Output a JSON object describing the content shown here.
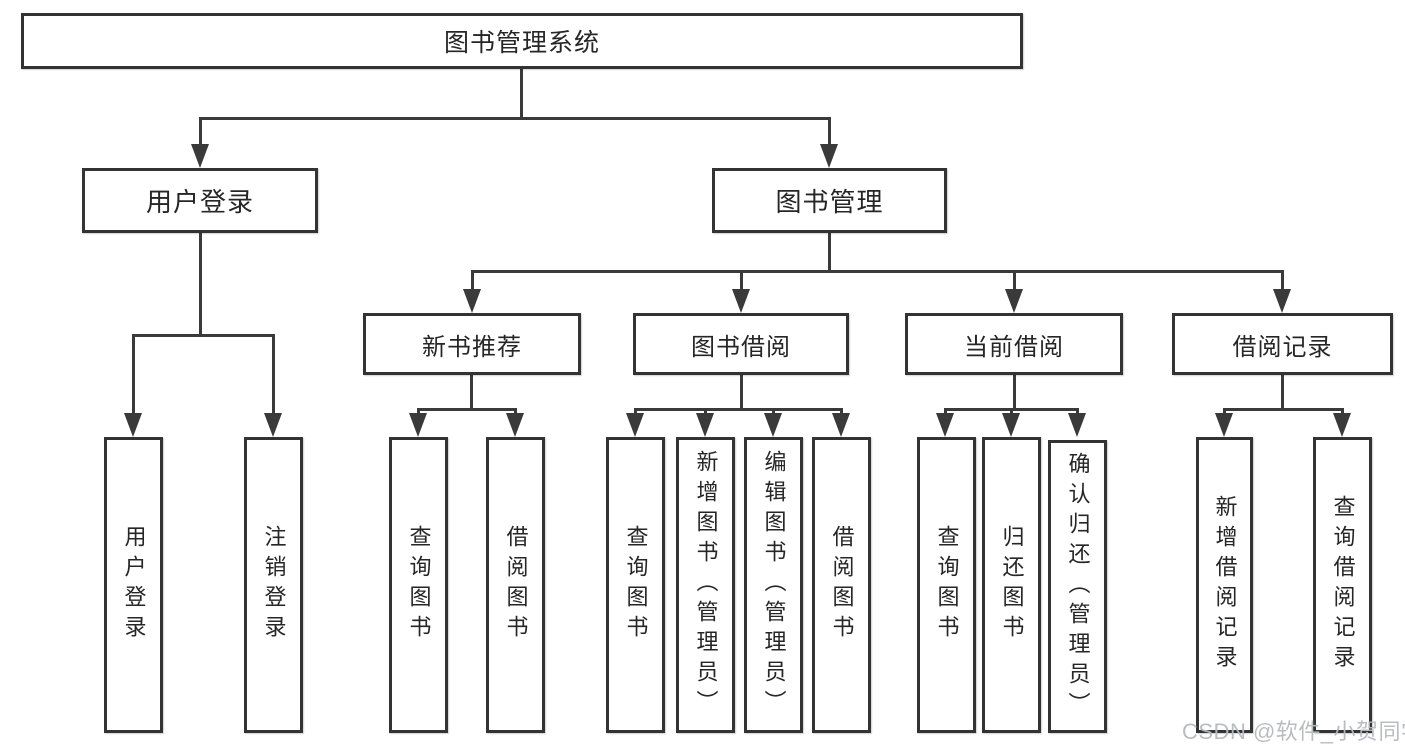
{
  "tree": {
    "root": {
      "label": "图书管理系统"
    },
    "branches": [
      {
        "label": "用户登录",
        "children": [
          {
            "label": "用户登录"
          },
          {
            "label": "注销登录"
          }
        ]
      },
      {
        "label": "图书管理",
        "children": [
          {
            "label": "新书推荐",
            "children": [
              {
                "label": "查询图书"
              },
              {
                "label": "借阅图书"
              }
            ]
          },
          {
            "label": "图书借阅",
            "children": [
              {
                "label": "查询图书"
              },
              {
                "label": "新增图书（管理员）"
              },
              {
                "label": "编辑图书（管理员）"
              },
              {
                "label": "借阅图书"
              }
            ]
          },
          {
            "label": "当前借阅",
            "children": [
              {
                "label": "查询图书"
              },
              {
                "label": "归还图书"
              },
              {
                "label": "确认归还（管理员）"
              }
            ]
          },
          {
            "label": "借阅记录",
            "children": [
              {
                "label": "新增借阅记录"
              },
              {
                "label": "查询借阅记录"
              }
            ]
          }
        ]
      }
    ]
  },
  "watermark": {
    "text": "CSDN @软件_小贺同学",
    "color": "#b6babf"
  },
  "colors": {
    "line": "#3a3a3a",
    "box_border": "#333333",
    "box_background": "#ffffff",
    "text": "#262626",
    "canvas_background": "#ffffff"
  }
}
